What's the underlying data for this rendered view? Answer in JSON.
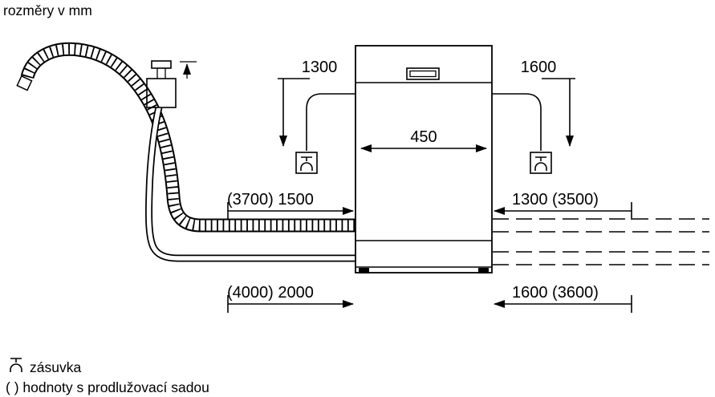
{
  "title": "rozměry v mm",
  "dimensions": {
    "left_cord": "1300",
    "right_cord": "1600",
    "width": "450",
    "left_hose_upper": "(3700) 1500",
    "right_hose_upper": "1300 (3500)",
    "left_hose_lower": "(4000) 2000",
    "right_hose_lower": "1600 (3600)"
  },
  "legend": {
    "socket": "zásuvka",
    "note": "( ) hodnoty s prodlužovací sadou"
  },
  "colors": {
    "line": "#000000",
    "background": "#ffffff"
  }
}
